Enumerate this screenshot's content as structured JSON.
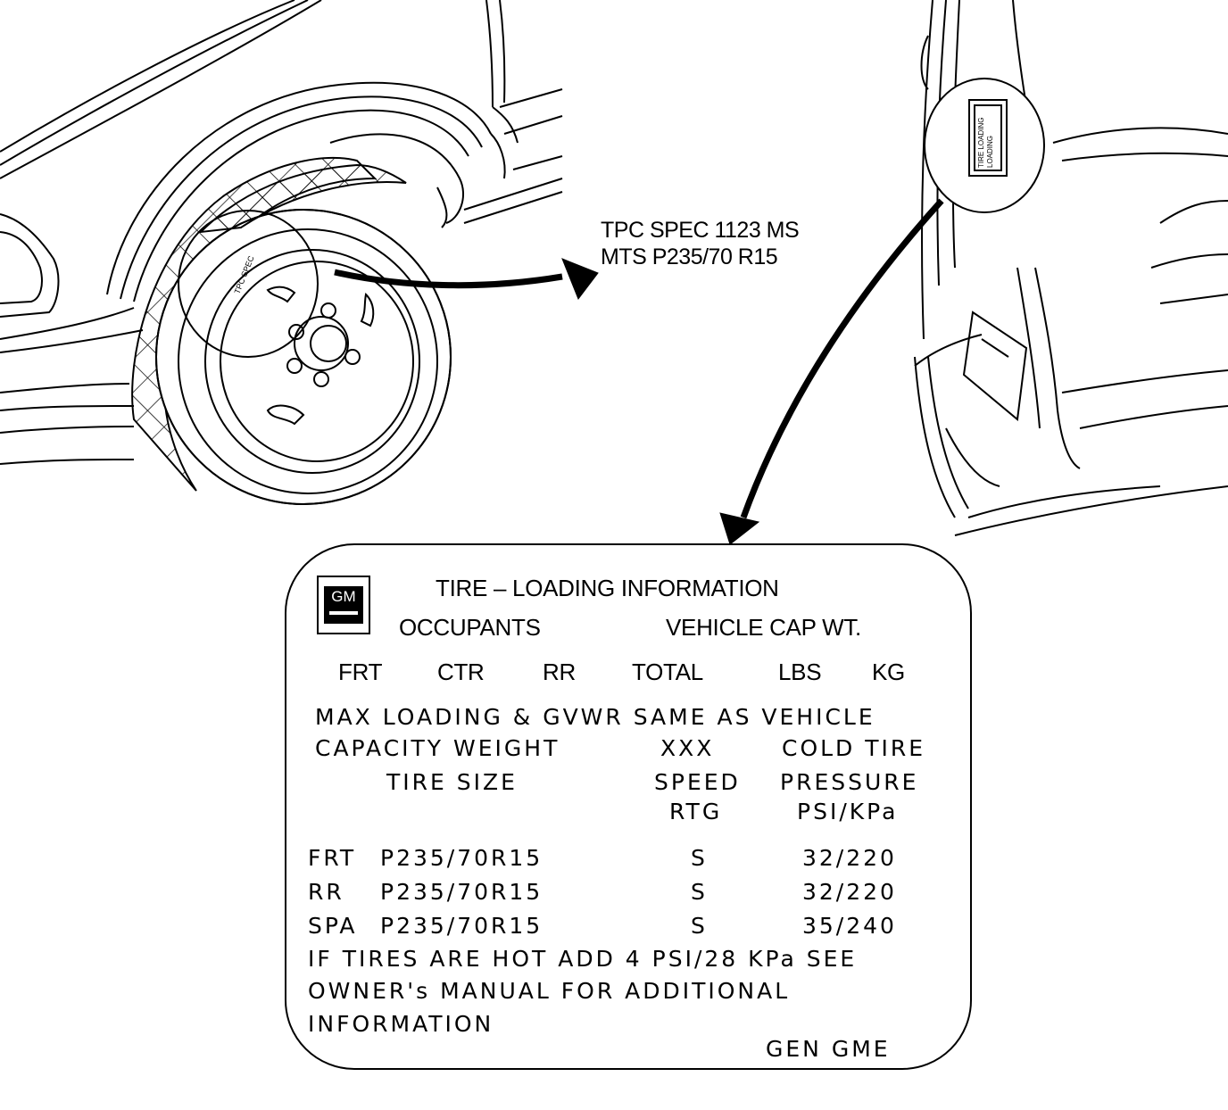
{
  "callout": {
    "line1": "TPC SPEC 1123 MS",
    "line2": "MTS P235/70 R15"
  },
  "sidewall_mark": "TPC SPEC",
  "door_label": {
    "line1": "TIRE LOADING",
    "line2": "LOADING"
  },
  "placard": {
    "logo": "GM",
    "title": "TIRE – LOADING INFORMATION",
    "occupants": "OCCUPANTS",
    "vehicle_cap": "VEHICLE CAP WT.",
    "columns": [
      "FRT",
      "CTR",
      "RR",
      "TOTAL",
      "LBS",
      "KG"
    ],
    "max_line1": "MAX LOADING & GVWR SAME AS VEHICLE",
    "capacity_weight": "CAPACITY WEIGHT",
    "xxx": "XXX",
    "cold_tire": "COLD TIRE",
    "tire_size": "TIRE SIZE",
    "speed": "SPEED",
    "rtg": "RTG",
    "pressure": "PRESSURE",
    "psi_kpa": "PSI/KPa",
    "rows": [
      {
        "pos": "FRT",
        "size": "P235/70R15",
        "speed": "S",
        "pressure": "32/220"
      },
      {
        "pos": "RR",
        "size": "P235/70R15",
        "speed": "S",
        "pressure": "32/220"
      },
      {
        "pos": "SPA",
        "size": "P235/70R15",
        "speed": "S",
        "pressure": "35/240"
      }
    ],
    "note1": "IF TIRES ARE HOT ADD 4 PSI/28 KPa SEE",
    "note2": "OWNER's MANUAL FOR ADDITIONAL",
    "note3": "INFORMATION",
    "code": "GEN GME"
  }
}
